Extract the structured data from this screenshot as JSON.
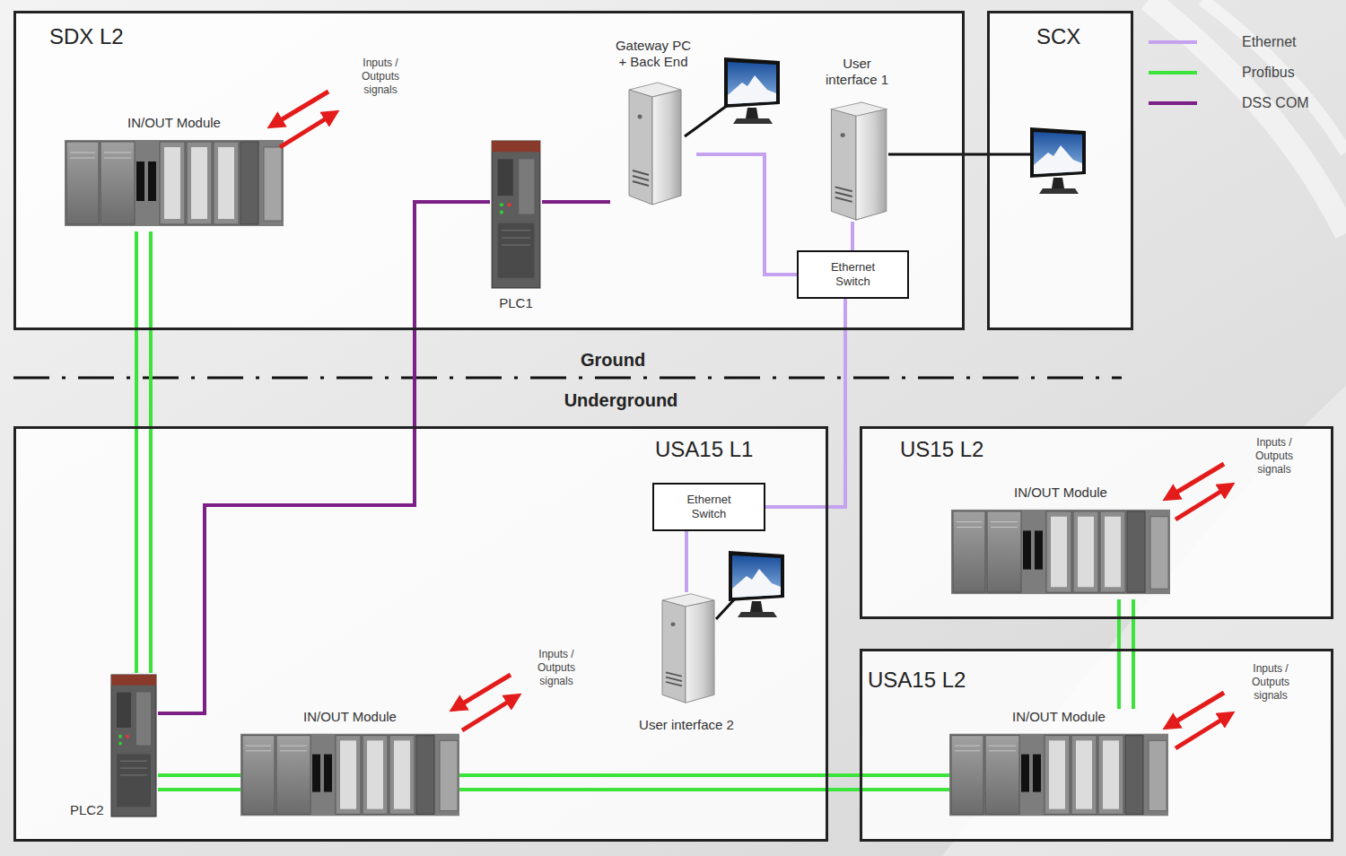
{
  "diagram": {
    "nodes": [
      {
        "text": [
          "SDX L2"
        ]
      },
      {
        "text": [
          "IN/OUT Module"
        ],
        "in": 0
      },
      {
        "text": [
          "PLC1"
        ],
        "in": 0
      },
      {
        "text": [
          "Gateway PC + Back End"
        ],
        "in": 0
      },
      {
        "text": [
          "User interface 1"
        ],
        "in": 0
      },
      {
        "text": [
          "Ethernet Switch"
        ],
        "in": 0
      },
      {
        "text": [
          "SCX"
        ]
      },
      {
        "text": [
          "USA15 L1"
        ]
      },
      {
        "text": [
          "Ethernet Switch"
        ],
        "in": 7
      },
      {
        "text": [
          "User interface 2"
        ],
        "in": 7
      },
      {
        "text": [
          "PLC2"
        ],
        "in": 7
      },
      {
        "text": [
          "IN/OUT Module"
        ],
        "in": 7
      },
      {
        "text": [
          "US15 L2"
        ]
      },
      {
        "text": [
          "IN/OUT Module"
        ],
        "in": 12
      },
      {
        "text": [
          "USA15 L2"
        ]
      },
      {
        "text": [
          "IN/OUT Module"
        ],
        "in": 14
      }
    ],
    "edges": [
      {
        "from": 1,
        "to": 10,
        "arrow": "none"
      },
      {
        "from": 10,
        "to": 11,
        "arrow": "none"
      },
      {
        "from": 11,
        "to": 15,
        "arrow": "none"
      },
      {
        "from": 15,
        "to": 13,
        "arrow": "none"
      },
      {
        "from": 3,
        "to": 2,
        "arrow": "none"
      },
      {
        "from": 2,
        "to": 10,
        "arrow": "none"
      },
      {
        "from": 3,
        "to": 5,
        "arrow": "none"
      },
      {
        "from": 4,
        "to": 5,
        "arrow": "none"
      },
      {
        "from": 5,
        "to": 8,
        "arrow": "none"
      },
      {
        "from": 8,
        "to": 9,
        "arrow": "none"
      }
    ],
    "labels": [
      "Inputs / Outputs signals",
      "Inputs / Outputs signals",
      "Inputs / Outputs signals",
      "Inputs / Outputs signals",
      "Ground",
      "Underground"
    ],
    "legend": [
      {
        "text": "Ethernet"
      },
      {
        "text": "Profibus"
      },
      {
        "text": "DSS COM"
      }
    ]
  }
}
